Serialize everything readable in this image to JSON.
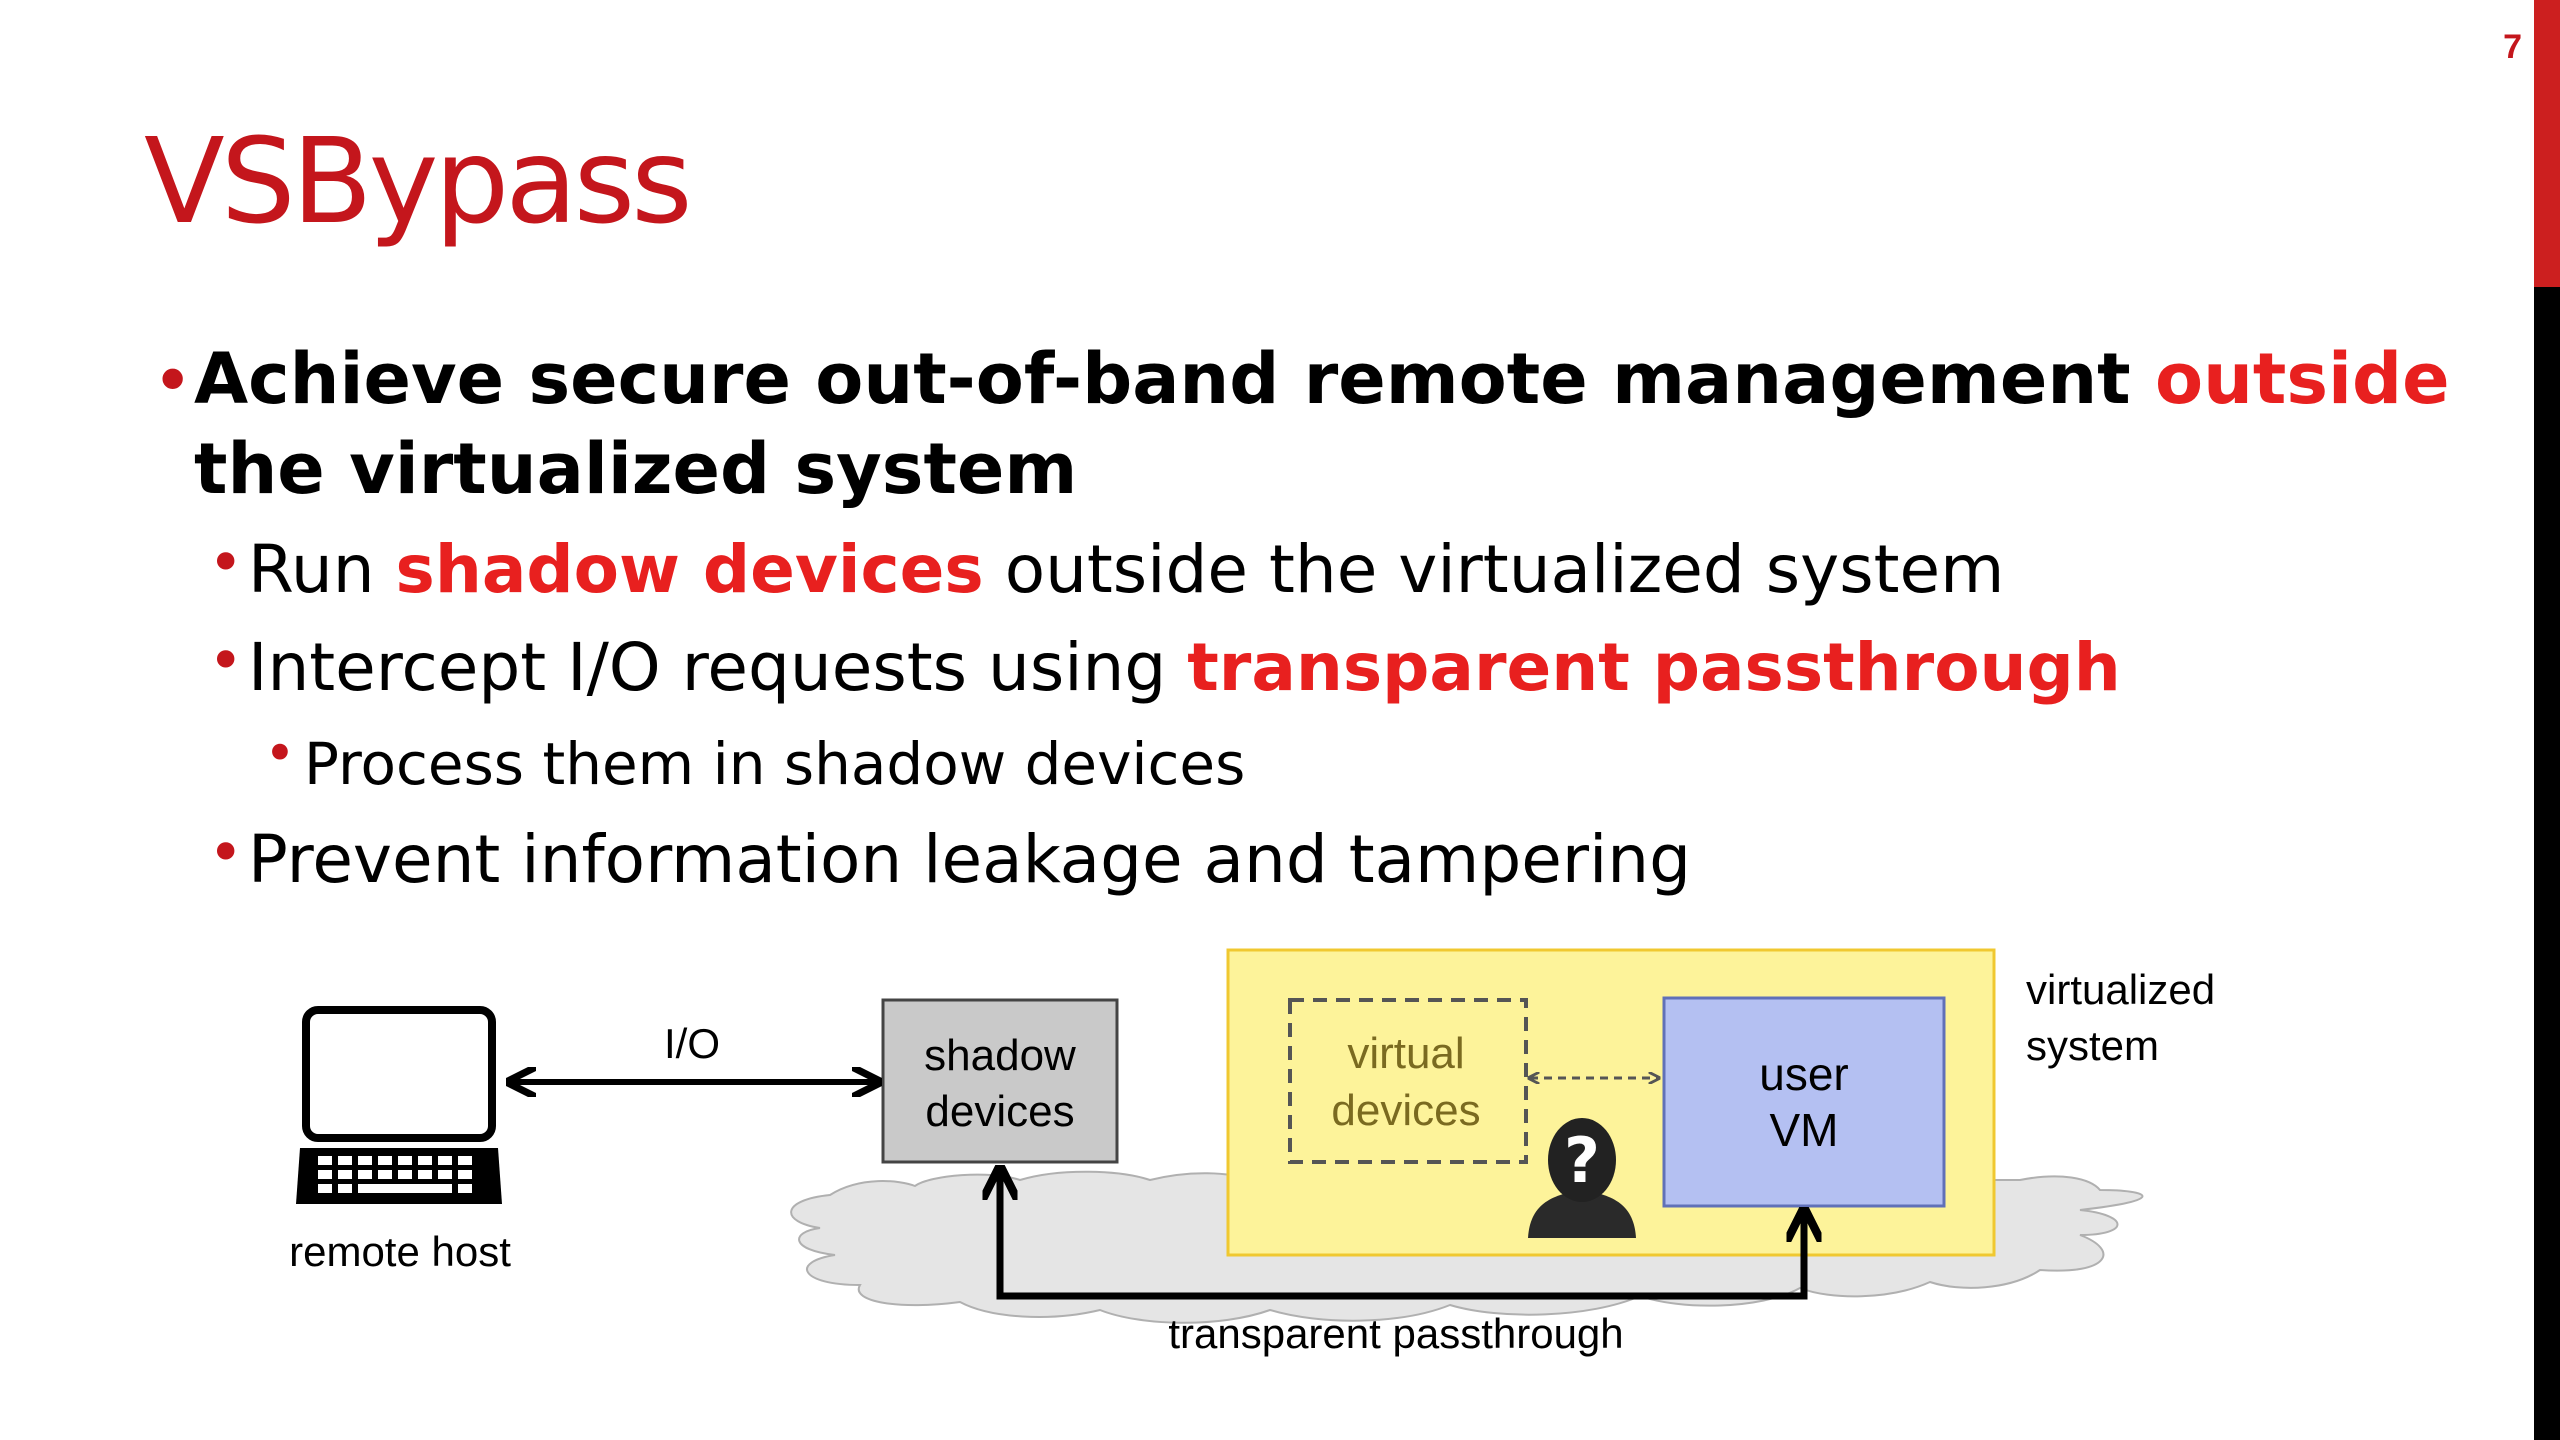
{
  "page_number": "7",
  "title": "VSBypass",
  "bullets": {
    "b1_part1": "Achieve secure out-of-band remote management ",
    "b1_highlight": "outside",
    "b1_line2": "the virtualized system",
    "b2_part1": "Run ",
    "b2_highlight": "shadow devices",
    "b2_part2": " outside the virtualized system",
    "b3_part1": "Intercept I/O requests using ",
    "b3_highlight": "transparent passthrough",
    "b4": "Process them in shadow devices",
    "b5": "Prevent information leakage and tampering"
  },
  "diagram": {
    "remote_host_label": "remote host",
    "io_label": "I/O",
    "shadow_devices_line1": "shadow",
    "shadow_devices_line2": "devices",
    "virtual_devices_line1": "virtual",
    "virtual_devices_line2": "devices",
    "user_vm_line1": "user",
    "user_vm_line2": "VM",
    "virtualized_system_line1": "virtualized",
    "virtualized_system_line2": "system",
    "passthrough_label": "transparent passthrough",
    "icons": [
      "laptop-icon",
      "attacker-icon",
      "cloud-shape"
    ]
  },
  "colors": {
    "accent_red": "#c4161c",
    "highlight_red": "#e8201f",
    "virtualized_bg": "#fdf49a",
    "user_vm_bg": "#b4c0f2",
    "shadow_bg": "#c9c9c9",
    "cloud": "#e6e6e6"
  }
}
